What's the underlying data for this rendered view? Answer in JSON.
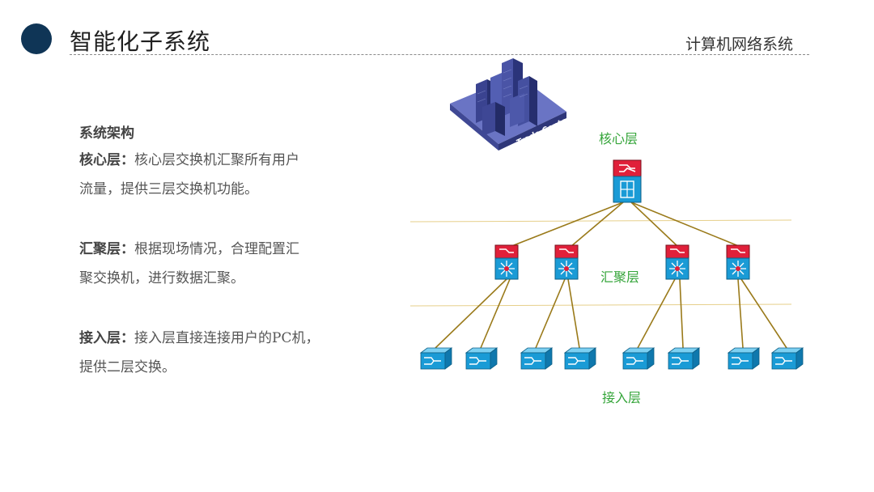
{
  "header": {
    "title": "智能化子系统",
    "subtitle": "计算机网络系统"
  },
  "content": {
    "section_title": "系统架构",
    "paragraphs": [
      {
        "label": "核心层：",
        "line1": "核心层交换机汇聚所有用户",
        "line2": "流量，提供三层交换机功能。"
      },
      {
        "label": "汇聚层：",
        "line1": "根据现场情况，合理配置汇",
        "line2": "聚交换机，进行数据汇聚。"
      },
      {
        "label": "接入层：",
        "line1": "接入层直接连接用户的PC机，",
        "line2": "提供二层交换。"
      }
    ]
  },
  "diagram": {
    "building_label": "Trade Center",
    "core_label": "核心层",
    "aggregation_label": "汇聚层",
    "access_label": "接入层",
    "colors": {
      "link": "#9a7a1a",
      "divider": "#e6cf8a",
      "label": "#35a53a",
      "switch_red": "#e0203a",
      "switch_blue": "#1a9bd6"
    }
  }
}
